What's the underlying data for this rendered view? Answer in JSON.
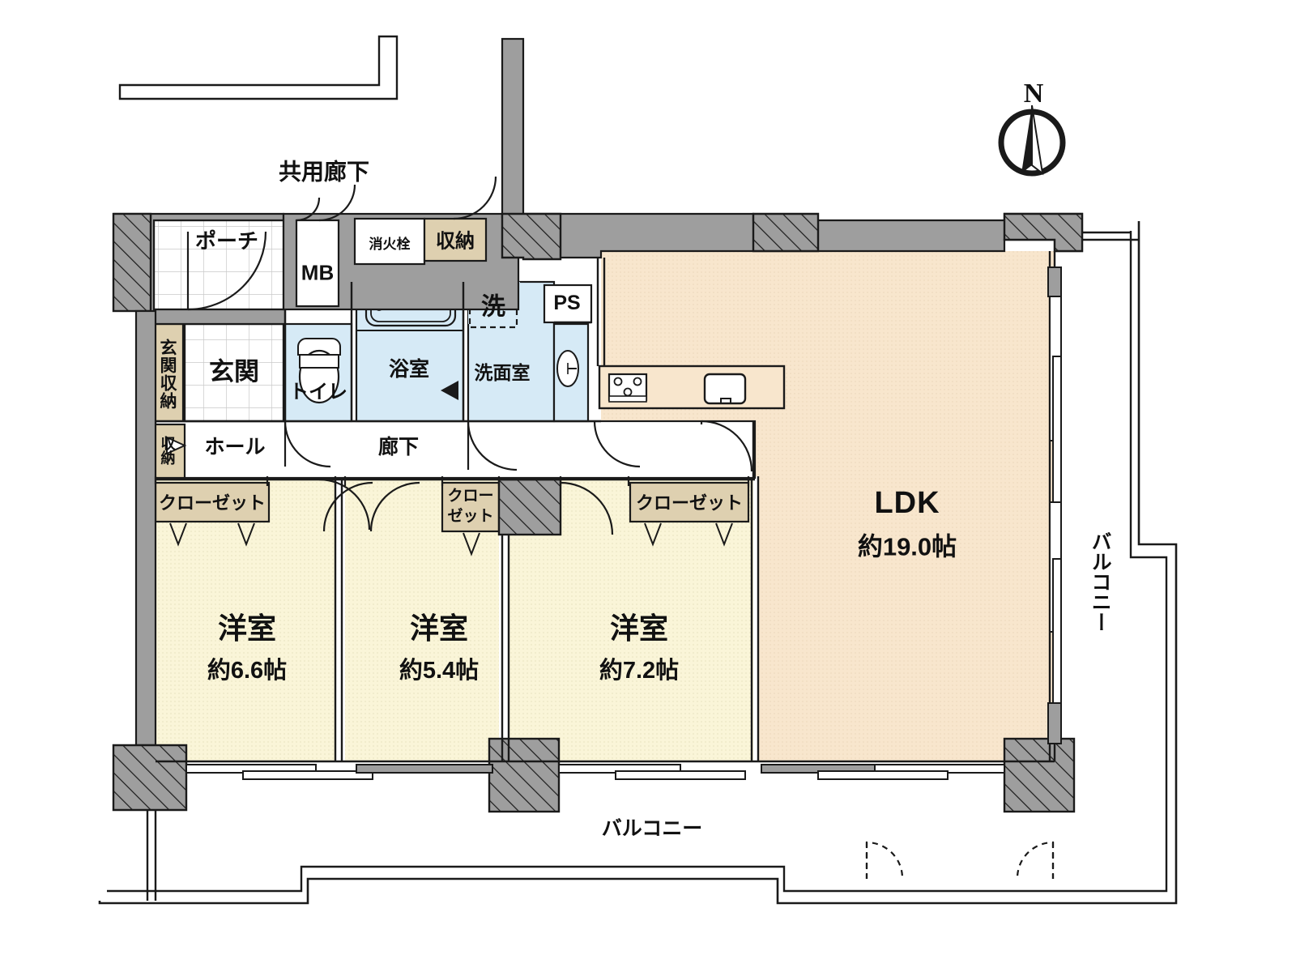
{
  "plan": {
    "compass_label": "N",
    "common_corridor": "共用廊下",
    "porch": "ポーチ",
    "meter_box": "MB",
    "fire_hydrant": "消火栓",
    "corridor_storage": "収納",
    "entrance_storage": "玄関収納",
    "entrance": "玄関",
    "hall_storage": "収納",
    "hall": "ホール",
    "inner_corridor": "廊下",
    "toilet": "トイレ",
    "bath": "浴室",
    "washroom": "洗面室",
    "washer": "洗",
    "pipe_shaft": "PS",
    "ldk_name": "LDK",
    "ldk_size": "約19.0帖",
    "balcony_right": "バルコニー",
    "balcony_bottom": "バルコニー"
  },
  "rooms": [
    {
      "name": "洋室",
      "size": "約6.6帖"
    },
    {
      "name": "洋室",
      "size": "約5.4帖"
    },
    {
      "name": "洋室",
      "size": "約7.2帖"
    }
  ],
  "closets": {
    "left": "クローゼット",
    "middle_line1": "クロー",
    "middle_line2": "ゼット",
    "right": "クローゼット"
  },
  "colors": {
    "wall": "#9e9e9e",
    "ldk_fill": "#f8e6cd",
    "room_fill": "#faf5d8",
    "wet_fill": "#d6eaf6",
    "storage_fill": "#ded0b0",
    "line": "#1a1a1a",
    "white": "#ffffff"
  }
}
